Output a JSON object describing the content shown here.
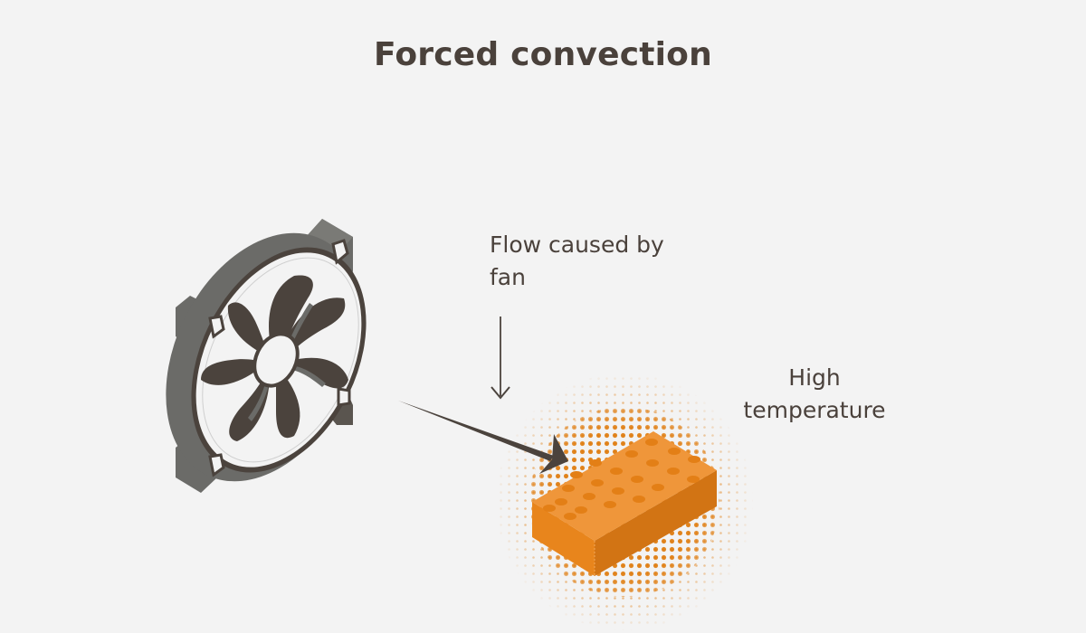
{
  "title": "Forced convection",
  "labels": {
    "flow": "Flow caused by fan",
    "temperature": "High temperature"
  },
  "colors": {
    "background": "#f3f3f3",
    "text": "#4a413b",
    "fan_dark": "#4b433d",
    "fan_gray": "#6b6b68",
    "brick_top": "#ef963a",
    "brick_left": "#e8851c",
    "brick_right": "#d27414",
    "brick_hole": "#e37f16",
    "heat_dots": "#e07e12"
  },
  "elements": {
    "fan": "cooling-fan-illustration",
    "brick": "hot-brick-illustration",
    "heat": "halftone-heat-glow",
    "arrow_flow": "downward-arrow",
    "arrow_air": "diagonal-airflow-arrow"
  }
}
